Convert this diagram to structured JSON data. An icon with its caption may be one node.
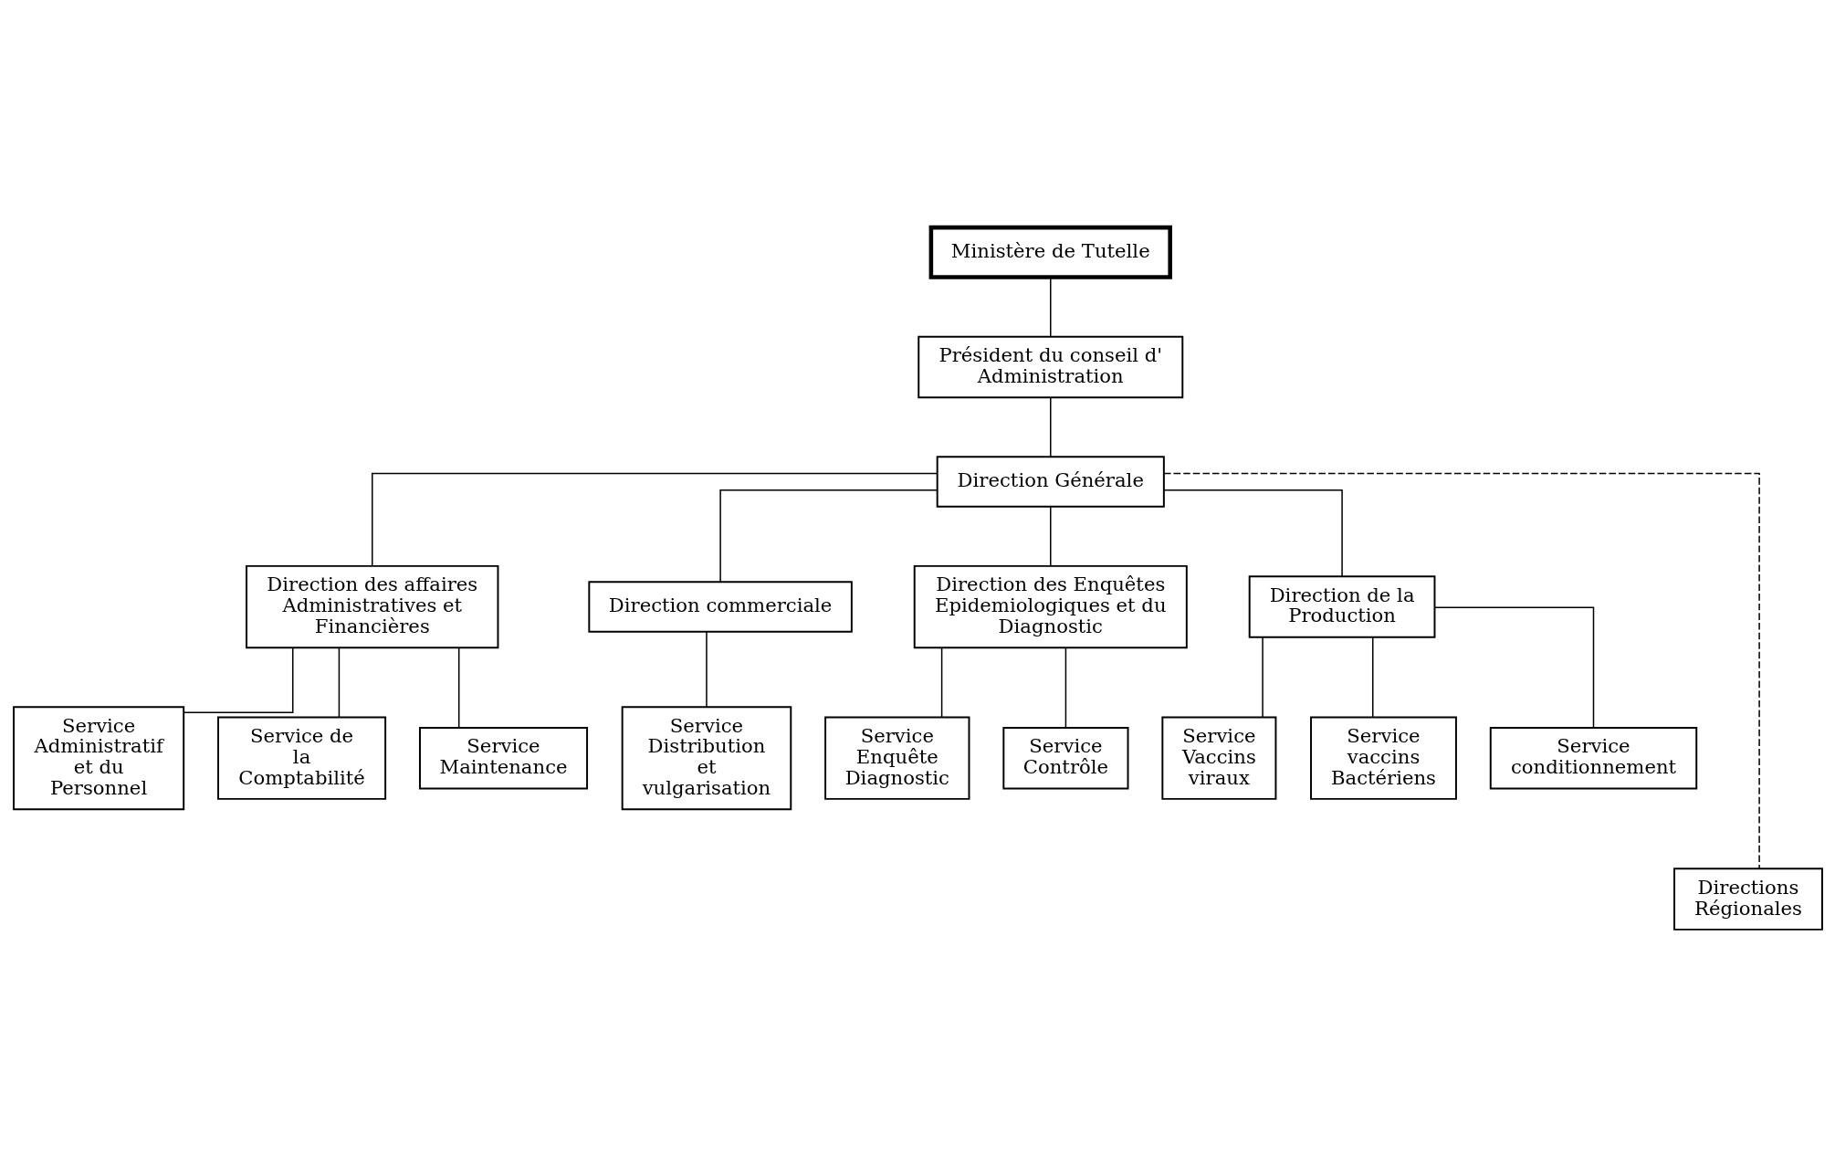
{
  "diagram": {
    "nodes": [
      {
        "text": [
          "Ministère de Tutelle"
        ]
      },
      {
        "text": [
          "Président du conseil d' Administration"
        ]
      },
      {
        "text": [
          "Direction Générale"
        ]
      },
      {
        "text": [
          "Direction des affaires Administratives et Financières"
        ]
      },
      {
        "text": [
          "Direction commerciale"
        ]
      },
      {
        "text": [
          "Direction des Enquêtes Epidemiologiques et du Diagnostic"
        ]
      },
      {
        "text": [
          "Direction de la Production"
        ]
      },
      {
        "text": [
          "Service Administratif et du Personnel"
        ]
      },
      {
        "text": [
          "Service de la Comptabilité"
        ]
      },
      {
        "text": [
          "Service Maintenance"
        ]
      },
      {
        "text": [
          "Service Distribution et vulgarisation"
        ]
      },
      {
        "text": [
          "Service Enquête Diagnostic"
        ]
      },
      {
        "text": [
          "Service Contrôle"
        ]
      },
      {
        "text": [
          "Service Vaccins viraux"
        ]
      },
      {
        "text": [
          "Service vaccins Bactériens"
        ]
      },
      {
        "text": [
          "Service conditionnement"
        ]
      },
      {
        "text": [
          "Directions Régionales"
        ]
      }
    ],
    "edges": [
      {
        "from": 0,
        "to": 1,
        "arrow": "none"
      },
      {
        "from": 1,
        "to": 2,
        "arrow": "none"
      },
      {
        "from": 2,
        "to": 3,
        "arrow": "none"
      },
      {
        "from": 2,
        "to": 4,
        "arrow": "none"
      },
      {
        "from": 2,
        "to": 5,
        "arrow": "none"
      },
      {
        "from": 2,
        "to": 6,
        "arrow": "none"
      },
      {
        "from": 3,
        "to": 7,
        "arrow": "none"
      },
      {
        "from": 3,
        "to": 8,
        "arrow": "none"
      },
      {
        "from": 3,
        "to": 9,
        "arrow": "none"
      },
      {
        "from": 4,
        "to": 10,
        "arrow": "none"
      },
      {
        "from": 5,
        "to": 11,
        "arrow": "none"
      },
      {
        "from": 5,
        "to": 12,
        "arrow": "none"
      },
      {
        "from": 6,
        "to": 13,
        "arrow": "none"
      },
      {
        "from": 6,
        "to": 14,
        "arrow": "none"
      },
      {
        "from": 6,
        "to": 15,
        "arrow": "none"
      },
      {
        "from": 2,
        "to": 16,
        "arrow": "none",
        "style": "dashed"
      }
    ]
  }
}
